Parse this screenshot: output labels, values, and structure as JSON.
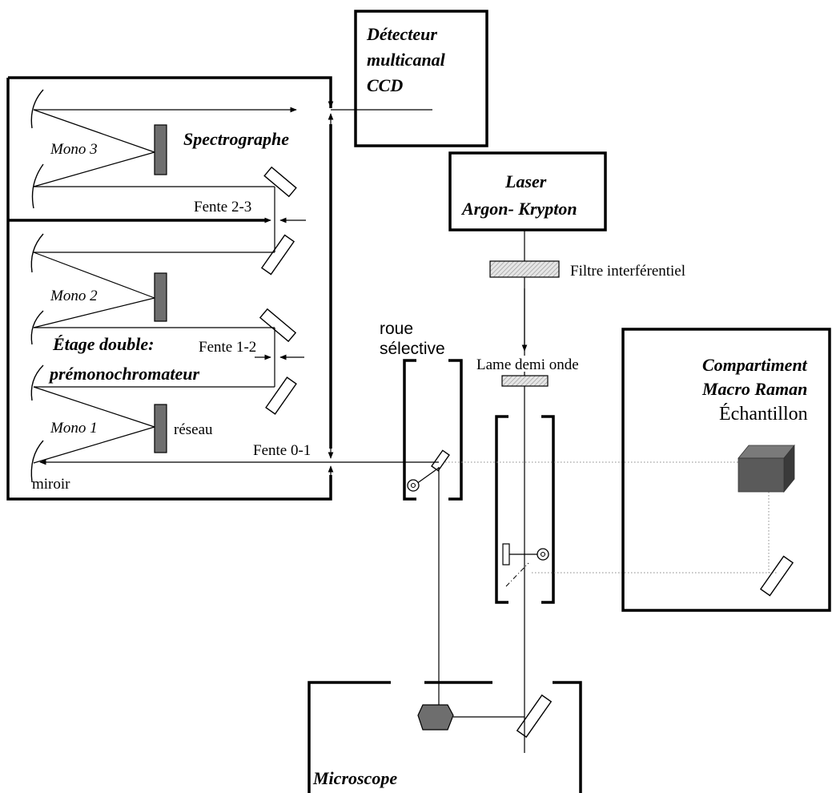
{
  "labels": {
    "detector": [
      "Détecteur",
      "multicanal",
      "CCD"
    ],
    "spectrograph": "Spectrographe",
    "mono3": "Mono 3",
    "mono2": "Mono 2",
    "mono1": "Mono 1",
    "double_stage": [
      "Étage double:",
      "prémonochromateur"
    ],
    "slit_23": "Fente 2-3",
    "slit_12": "Fente 1-2",
    "slit_01": "Fente 0-1",
    "grating": "réseau",
    "mirror": "miroir",
    "laser": [
      "Laser",
      "Argon- Krypton"
    ],
    "interference_filter": "Filtre interférentiel",
    "wheel": [
      "roue",
      "sélective"
    ],
    "half_wave": "Lame demi onde",
    "macro": [
      "Compartiment",
      "Macro Raman"
    ],
    "sample": "Échantillon",
    "microscope": "Microscope"
  },
  "colors": {
    "line": "#000000",
    "grating_fill": "#6e6e6e",
    "sample_front": "#5a5a5a",
    "dotted_beam": "#888888"
  }
}
